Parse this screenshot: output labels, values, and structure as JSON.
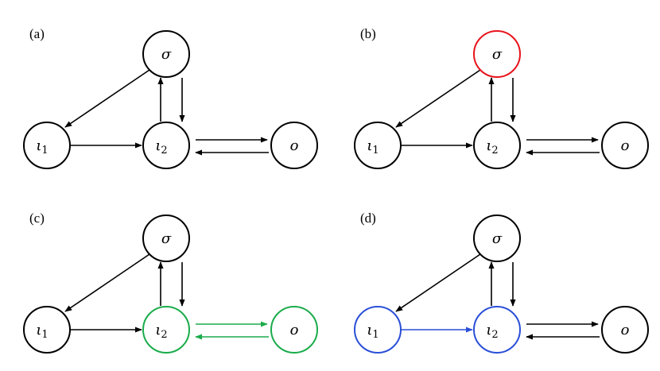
{
  "colors": {
    "default": "#000000",
    "red": "#e8131b",
    "green": "#1aac4b",
    "blue": "#2a4fd8"
  },
  "nodes": [
    {
      "id": "sigma",
      "label": "σ",
      "sub": ""
    },
    {
      "id": "iota1",
      "label": "ι",
      "sub": "1"
    },
    {
      "id": "iota2",
      "label": "ι",
      "sub": "2"
    },
    {
      "id": "o",
      "label": "o",
      "sub": ""
    }
  ],
  "edges": [
    {
      "from": "sigma",
      "to": "iota1"
    },
    {
      "from": "iota1",
      "to": "iota2"
    },
    {
      "from": "iota2",
      "to": "sigma"
    },
    {
      "from": "sigma",
      "to": "iota2"
    },
    {
      "from": "iota2",
      "to": "o"
    },
    {
      "from": "o",
      "to": "iota2"
    }
  ],
  "panels": [
    {
      "label": "(a)",
      "highlight_nodes": {},
      "highlight_edges": {}
    },
    {
      "label": "(b)",
      "highlight_nodes": {
        "sigma": "red"
      },
      "highlight_edges": {}
    },
    {
      "label": "(c)",
      "highlight_nodes": {
        "iota2": "green",
        "o": "green"
      },
      "highlight_edges": {
        "iota2->o": "green",
        "o->iota2": "green"
      }
    },
    {
      "label": "(d)",
      "highlight_nodes": {
        "iota1": "blue",
        "iota2": "blue"
      },
      "highlight_edges": {
        "iota1->iota2": "blue"
      }
    }
  ]
}
